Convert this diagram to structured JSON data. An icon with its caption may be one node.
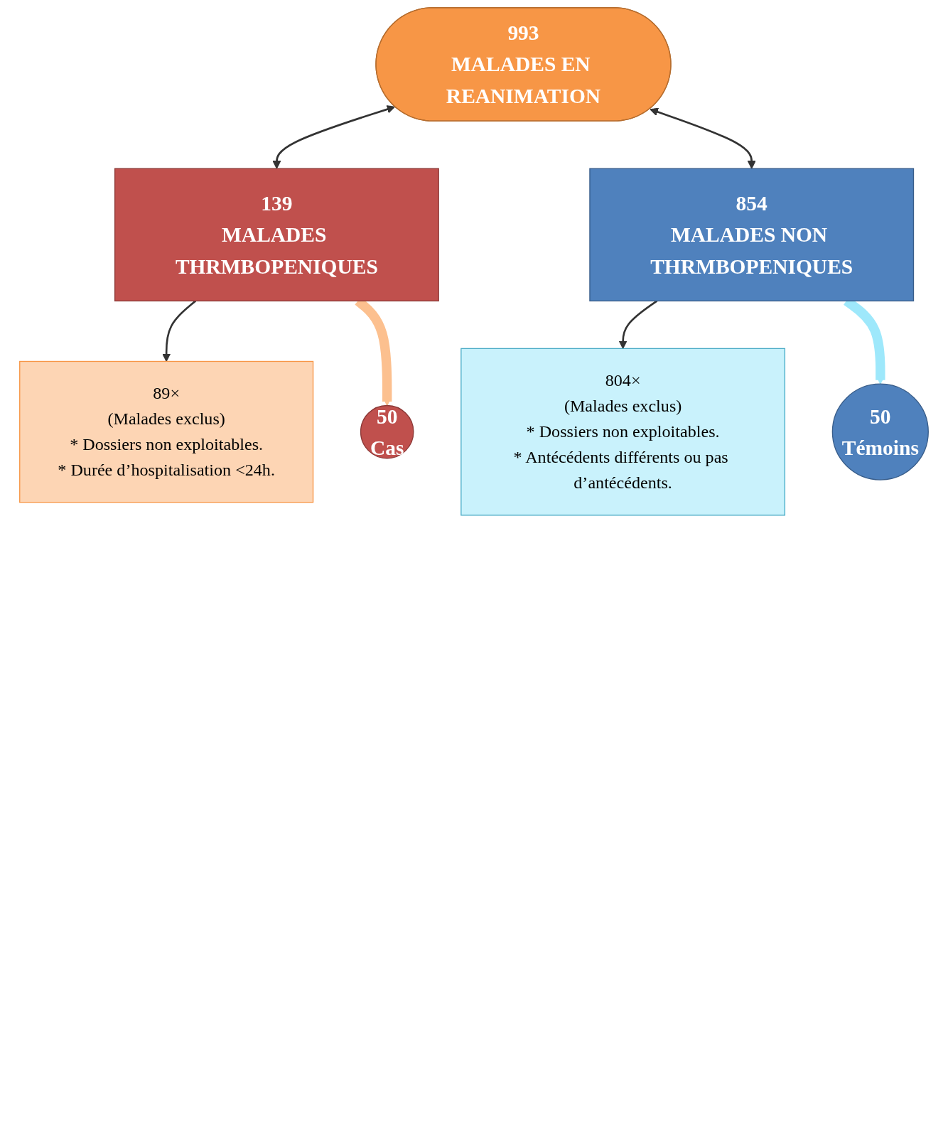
{
  "diagram": {
    "nodes": [
      {
        "text": [
          "993",
          "MALADES EN REANIMATION"
        ]
      },
      {
        "text": [
          "139",
          "MALADES THRMBOPENIQUES"
        ]
      },
      {
        "text": [
          "854",
          "MALADES NON THRMBOPENIQUES"
        ]
      },
      {
        "text": [
          "89×",
          "(Malades exclus)",
          "* Dossiers non exploitables.",
          "* Durée d’hospitalisation <24h."
        ]
      },
      {
        "text": [
          "804×",
          "(Malades exclus)",
          "* Dossiers non exploitables.",
          "* Antécédents différents ou pas d’antécédents."
        ]
      },
      {
        "text": [
          "50",
          "Cas"
        ]
      },
      {
        "text": [
          "50",
          "Témoins"
        ]
      }
    ],
    "edges": [
      {
        "from": 0,
        "to": 1,
        "arrow": "both"
      },
      {
        "from": 0,
        "to": 2,
        "arrow": "both"
      },
      {
        "from": 1,
        "to": 3,
        "arrow": "to"
      },
      {
        "from": 1,
        "to": 5,
        "arrow": "to",
        "style": "thick",
        "color": "#fcc08f"
      },
      {
        "from": 2,
        "to": 4,
        "arrow": "to"
      },
      {
        "from": 2,
        "to": 6,
        "arrow": "to",
        "style": "thick",
        "color": "#9ee8fb"
      }
    ]
  }
}
